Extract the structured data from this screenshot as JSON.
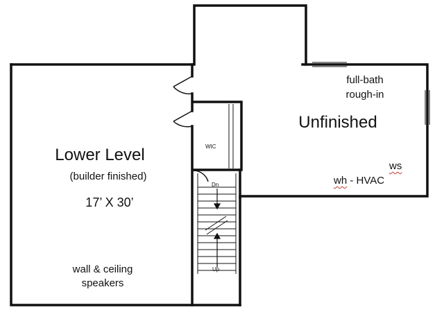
{
  "rooms": {
    "lower_level": {
      "name": "Lower Level",
      "note": "(builder finished)",
      "dimensions": "17’ X 30’",
      "feature": [
        "wall & ceiling",
        "speakers"
      ]
    },
    "unfinished": {
      "name": "Unfinished",
      "bath": [
        "full-bath",
        "rough-in"
      ],
      "ws": "ws",
      "wh_prefix": "wh",
      "wh_rest": " - HVAC"
    },
    "closet": {
      "name": "WIC"
    }
  },
  "stairs": {
    "down": "Dn",
    "up": "Up"
  },
  "colors": {
    "ink": "#111111",
    "annotation_underline": "#c0392b",
    "background": "#ffffff"
  }
}
